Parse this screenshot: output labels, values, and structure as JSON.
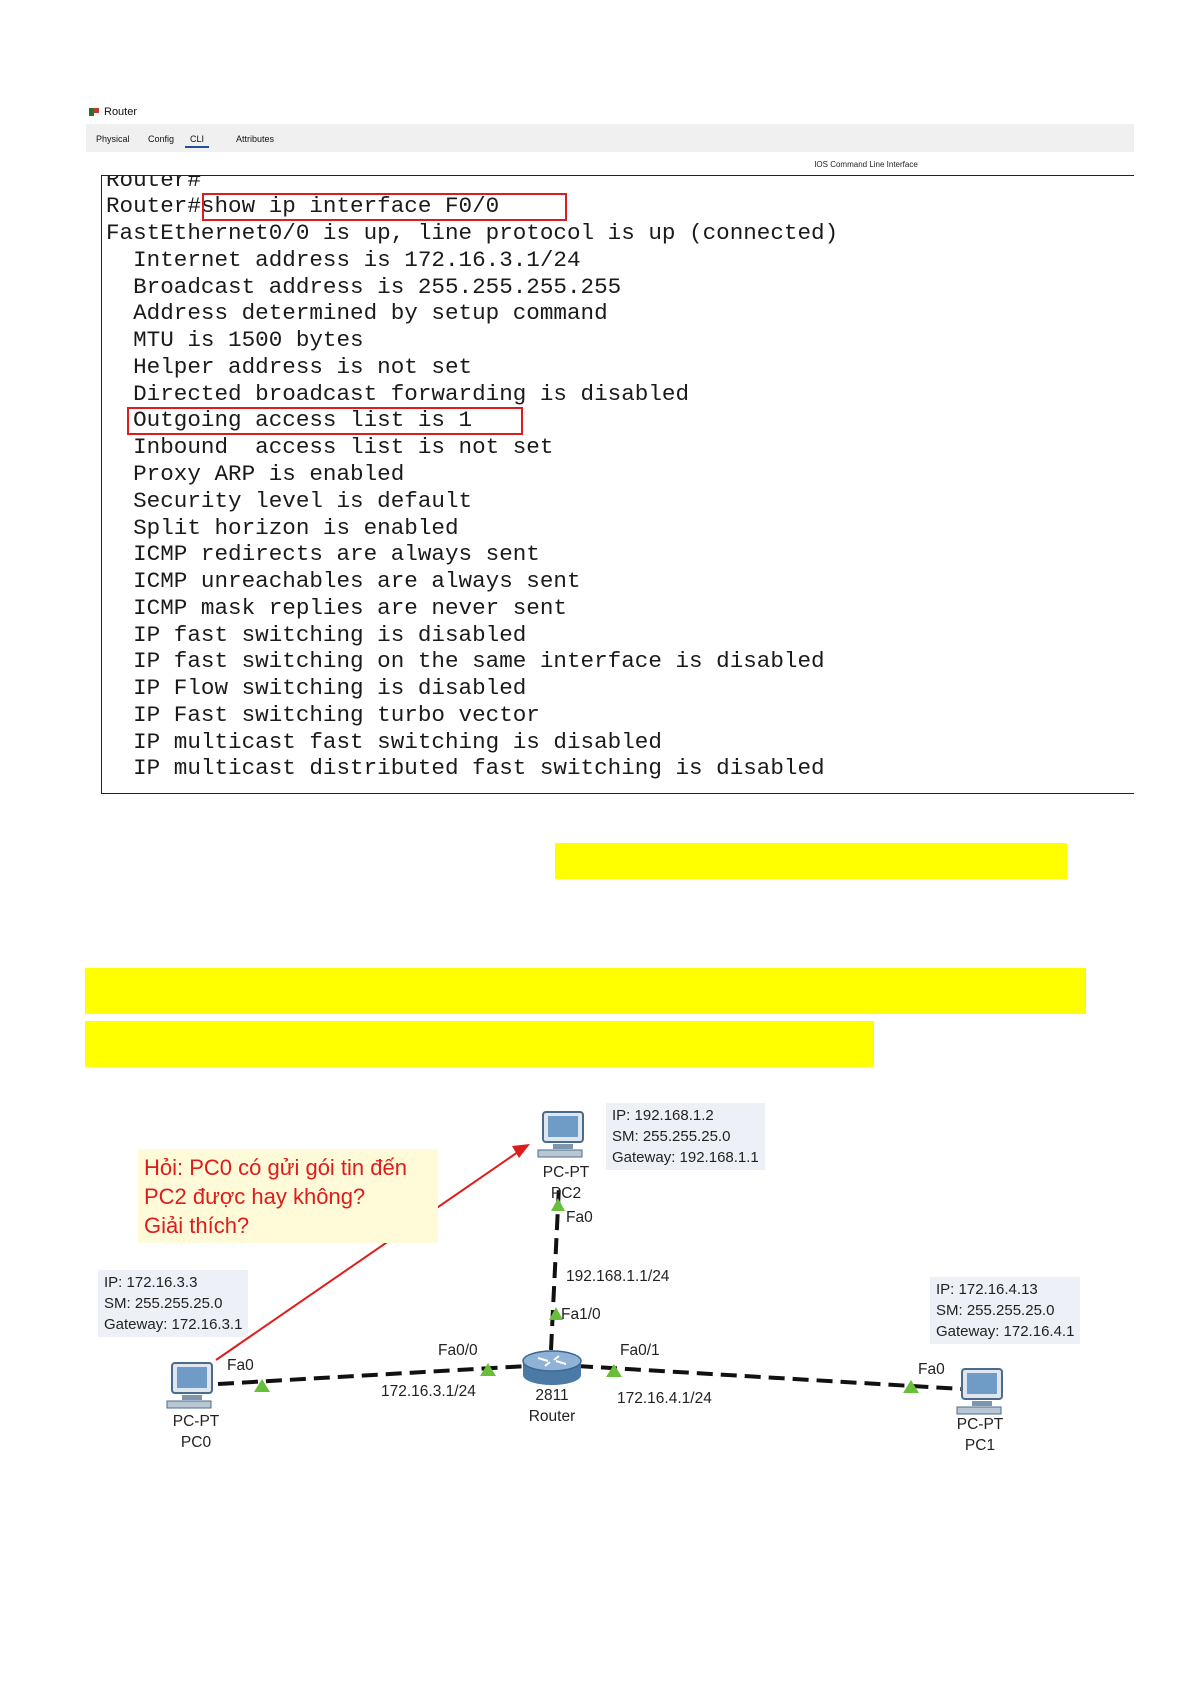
{
  "window": {
    "title": "Router"
  },
  "tabs": [
    "Physical",
    "Config",
    "CLI",
    "Attributes"
  ],
  "active_tab": "CLI",
  "ios_header": "IOS Command Line Interface",
  "cli": {
    "lines": [
      "Router#",
      "Router#show ip interface F0/0",
      "FastEthernet0/0 is up, line protocol is up (connected)",
      "  Internet address is 172.16.3.1/24",
      "  Broadcast address is 255.255.255.255",
      "  Address determined by setup command",
      "  MTU is 1500 bytes",
      "  Helper address is not set",
      "  Directed broadcast forwarding is disabled",
      "  Outgoing access list is 1",
      "  Inbound  access list is not set",
      "  Proxy ARP is enabled",
      "  Security level is default",
      "  Split horizon is enabled",
      "  ICMP redirects are always sent",
      "  ICMP unreachables are always sent",
      "  ICMP mask replies are never sent",
      "  IP fast switching is disabled",
      "  IP fast switching on the same interface is disabled",
      "  IP Flow switching is disabled",
      "  IP Fast switching turbo vector",
      "  IP multicast fast switching is disabled",
      "  IP multicast distributed fast switching is disabled"
    ],
    "highlight_color": "#e01b1b"
  },
  "question": {
    "lines": [
      "Hỏi: PC0 có gửi gói tin đến",
      "PC2 được hay không?",
      "Giải thích?"
    ],
    "color": "#e01b1b"
  },
  "devices": {
    "pc0": {
      "type": "PC-PT",
      "name": "PC0",
      "ip": "IP: 172.16.3.3",
      "sm": "SM: 255.255.25.0",
      "gw": "Gateway: 172.16.3.1",
      "port": "Fa0"
    },
    "pc1": {
      "type": "PC-PT",
      "name": "PC1",
      "ip": "IP: 172.16.4.13",
      "sm": "SM: 255.255.25.0",
      "gw": "Gateway: 172.16.4.1",
      "port": "Fa0"
    },
    "pc2": {
      "type": "PC-PT",
      "name": "PC2",
      "ip": "IP: 192.168.1.2",
      "sm": "SM: 255.255.25.0",
      "gw": "Gateway: 192.168.1.1",
      "port": "Fa0"
    },
    "router": {
      "model": "2811",
      "name": "Router",
      "fa00": "Fa0/0",
      "fa01": "Fa0/1",
      "fa10": "Fa1/0",
      "net_fa00": "172.16.3.1/24",
      "net_fa01": "172.16.4.1/24",
      "net_fa10": "192.168.1.1/24"
    }
  },
  "colors": {
    "yellow": "#ffff00",
    "link_arrow": "#6abf3a"
  }
}
